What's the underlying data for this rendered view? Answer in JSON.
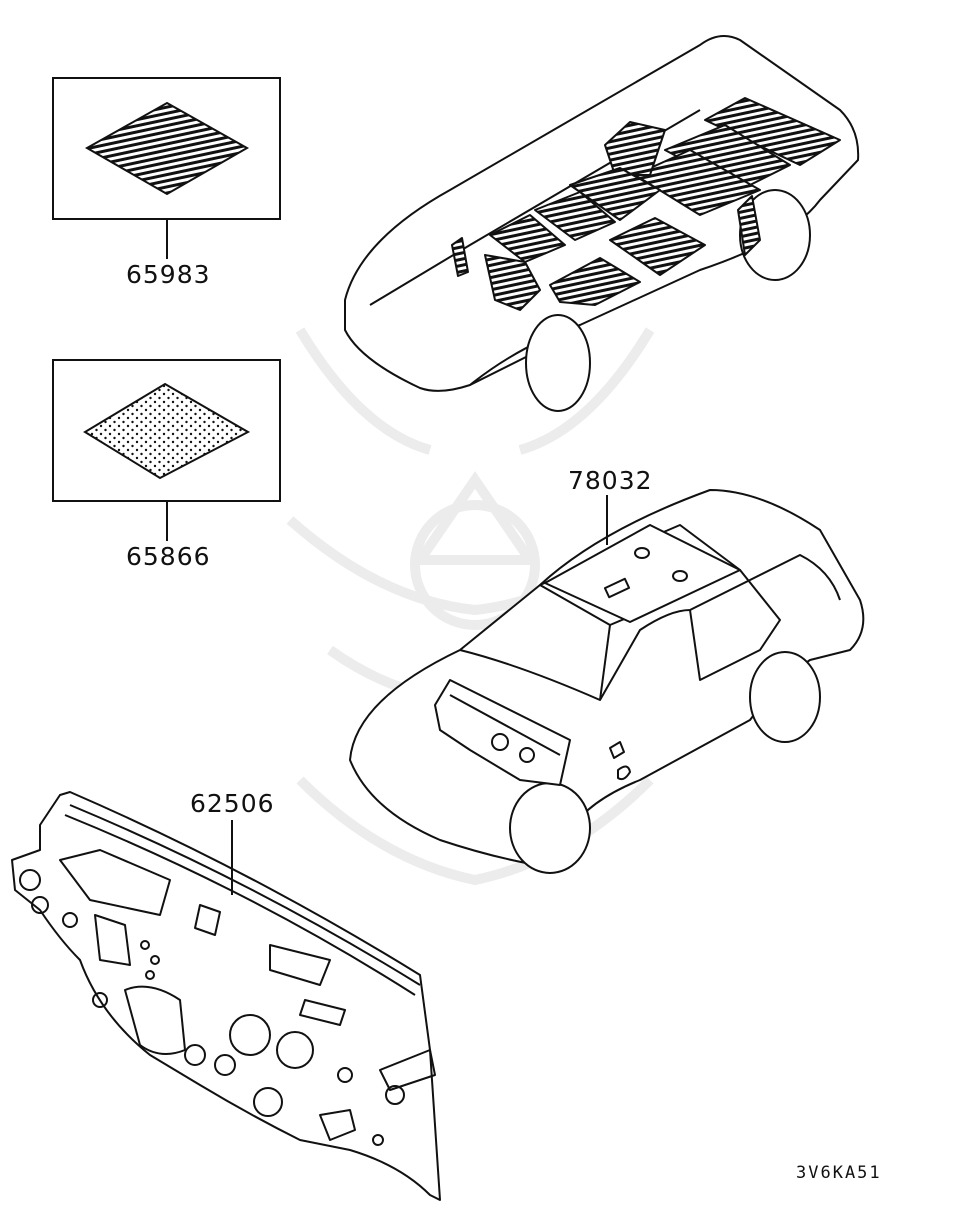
{
  "diagram": {
    "parts": {
      "mat_pattern_hatched": "65983",
      "mat_pattern_dotted": "65866",
      "roof_insulation": "78032",
      "dash_panel_silencer": "62506"
    },
    "figure_code": "3V6KA51"
  },
  "colors": {
    "line": "#111111",
    "background": "#ffffff",
    "watermark": "#e9e9e9"
  }
}
